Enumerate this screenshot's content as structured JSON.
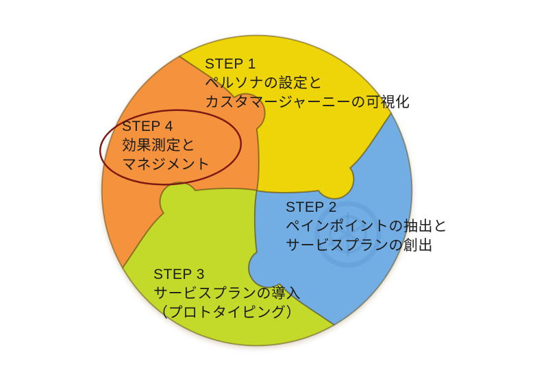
{
  "steps": [
    {
      "title": "STEP 1",
      "lines": [
        "ペルソナの設定と",
        "カスタマージャーニーの可視化"
      ]
    },
    {
      "title": "STEP 2",
      "lines": [
        "ペインポイントの抽出と",
        "サービスプランの創出"
      ]
    },
    {
      "title": "STEP 3",
      "lines": [
        "サービスプランの導入",
        "（プロトタイピング）"
      ]
    },
    {
      "title": "STEP 4",
      "lines": [
        "効果測定と",
        "マネジメント"
      ]
    }
  ],
  "colors": {
    "step1_yellow": "#EDD50A",
    "step2_blue": "#72AEE4",
    "step3_green": "#C4DA2A",
    "step4_orange": "#F5923E",
    "annotation_red": "#7E1A14",
    "text": "#1B1B1B",
    "background": "#FFFFFF"
  },
  "annotation": {
    "type": "ellipse-highlight",
    "around": "STEP 4",
    "color": "#7E1A14"
  },
  "icons": {
    "watermark_seal": "embossed-circle-seal"
  }
}
